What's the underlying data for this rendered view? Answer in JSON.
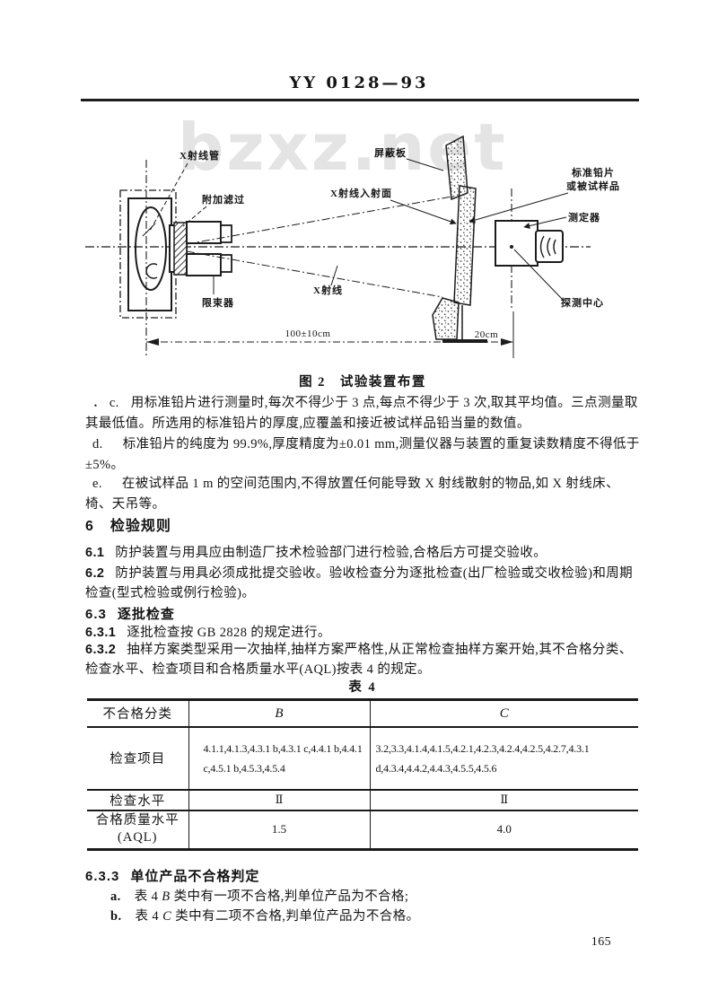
{
  "header": {
    "code": "YY 0128—93"
  },
  "watermark": {
    "text": "bzxz.net"
  },
  "figure": {
    "caption": "图 2　试验装置布置",
    "labels": {
      "tube": "X射线管",
      "filter": "附加滤过",
      "limiter": "限束器",
      "shield": "屏蔽板",
      "incident": "X射线入射面",
      "xray": "X射线",
      "sample1": "标准铅片",
      "sample2": "或被试样品",
      "detector": "测定器",
      "center": "探测中心",
      "dim_main": "100±10cm",
      "dim_sub": "20cm"
    }
  },
  "notes": [
    {
      "label": "． c.",
      "text": "用标准铅片进行测量时,每次不得少于 3 点,每点不得少于 3 次,取其平均值。三点测量取其最低值。所选用的标准铅片的厚度,应覆盖和接近被试样品铅当量的数值。"
    },
    {
      "label": "d.",
      "text": "标准铅片的纯度为 99.9%,厚度精度为±0.01 mm,测量仪器与装置的重复读数精度不得低于±5%。"
    },
    {
      "label": "e.",
      "text": "在被试样品 1 m 的空间范围内,不得放置任何能导致 X 射线散射的物品,如 X 射线床、椅、天吊等。"
    }
  ],
  "section": {
    "heading_num": "6",
    "heading_title": "检验规则",
    "c61_num": "6.1",
    "c61_text": "防护装置与用具应由制造厂技术检验部门进行检验,合格后方可提交验收。",
    "c62_num": "6.2",
    "c62_text": "防护装置与用具必须成批提交验收。验收检查分为逐批检查(出厂检验或交收检验)和周期检查(型式检验或例行检验)。",
    "c63_num": "6.3",
    "c63_title": "逐批检查",
    "c631_num": "6.3.1",
    "c631_text": "逐批检查按 GB 2828 的规定进行。",
    "c632_num": "6.3.2",
    "c632_text": "抽样方案类型采用一次抽样,抽样方案严格性,从正常检查抽样方案开始,其不合格分类、检查水平、检查项目和合格质量水平(AQL)按表 4 的规定。",
    "c633_num": "6.3.3",
    "c633_title": "单位产品不合格判定"
  },
  "table4": {
    "caption": "表 4",
    "col_b": "B",
    "col_c": "C",
    "row1_head": "不合格分类",
    "row2_head": "检查项目",
    "row2_b": "4.1.1,4.1.3,4.3.1 b,4.3.1 c,4.4.1 b,4.4.1 c,4.5.1 b,4.5.3,4.5.4",
    "row2_c": "3.2,3.3,4.1.4,4.1.5,4.2.1,4.2.3,4.2.4,4.2.5,4.2.7,4.3.1 d,4.3.4,4.4.2,4.4.3,4.5.5,4.5.6",
    "row3_head": "检查水平",
    "row3_b": "Ⅱ",
    "row3_c": "Ⅱ",
    "row4_head1": "合格质量水平",
    "row4_head2": "(AQL)",
    "row4_b": "1.5",
    "row4_c": "4.0"
  },
  "judgement_items": [
    {
      "label": "a.",
      "pre": "表 4 ",
      "cls": "B",
      "post": " 类中有一项不合格,判单位产品为不合格;"
    },
    {
      "label": "b.",
      "pre": "表 4 ",
      "cls": "C",
      "post": " 类中有二项不合格,判单位产品为不合格。"
    }
  ],
  "footer": {
    "page_number": "165"
  }
}
